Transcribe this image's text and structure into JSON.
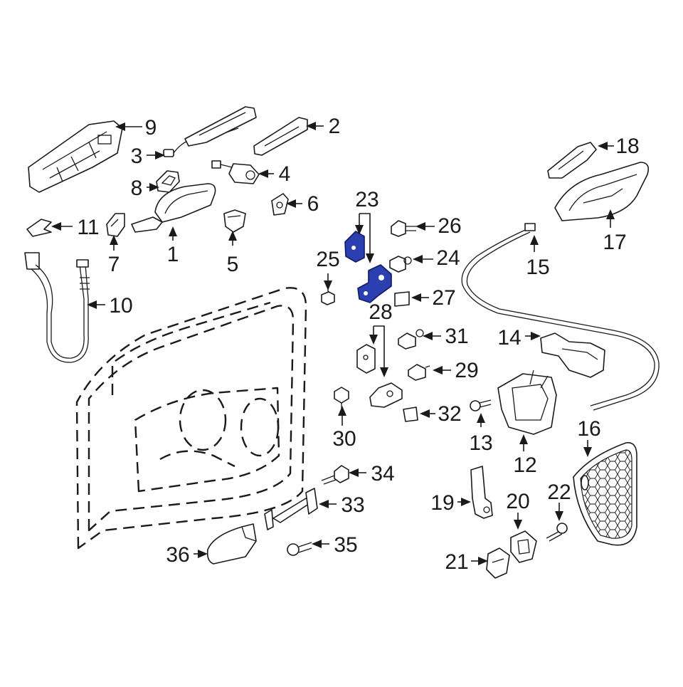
{
  "diagram": {
    "highlight_color": "#2b3fb0",
    "line_color": "#1a1a1a",
    "labels": {
      "p1": "1",
      "p2": "2",
      "p3": "3",
      "p4": "4",
      "p5": "5",
      "p6": "6",
      "p7": "7",
      "p8": "8",
      "p9": "9",
      "p10": "10",
      "p11": "11",
      "p12": "12",
      "p13": "13",
      "p14": "14",
      "p15": "15",
      "p16": "16",
      "p17": "17",
      "p18": "18",
      "p19": "19",
      "p20": "20",
      "p21": "21",
      "p22": "22",
      "p23": "23",
      "p24": "24",
      "p25": "25",
      "p26": "26",
      "p27": "27",
      "p28": "28",
      "p29": "29",
      "p30": "30",
      "p31": "31",
      "p32": "32",
      "p33": "33",
      "p34": "34",
      "p35": "35",
      "p36": "36"
    }
  }
}
